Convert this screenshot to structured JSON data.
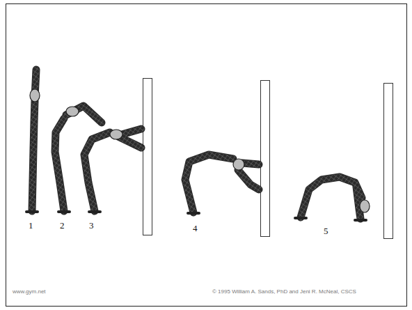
{
  "diagram": {
    "labels": [
      "1",
      "2",
      "3",
      "4",
      "5",
      "www.gym.net",
      "© 1995 William A. Sands, PhD and Jeni R. McNeal, CSCS"
    ]
  }
}
